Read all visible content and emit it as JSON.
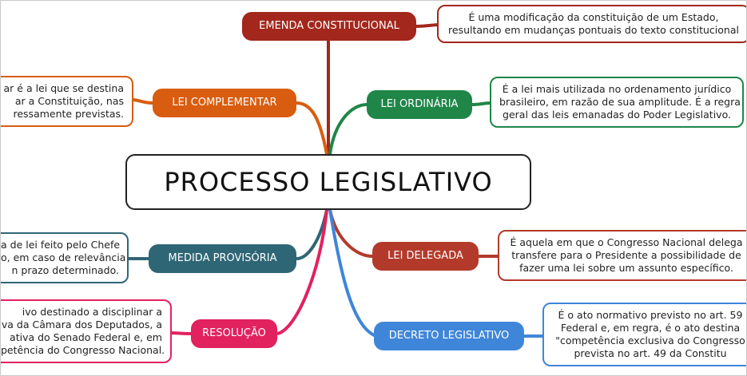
{
  "center": {
    "title": "PROCESSO LEGISLATIVO"
  },
  "branches": [
    {
      "label": "EMENDA CONSTITUCIONAL",
      "color": "#a3271c",
      "note": [
        "É uma modificação da constituição de um Estado,",
        "resultando em mudanças pontuais do texto constitucional"
      ]
    },
    {
      "label": "LEI COMPLEMENTAR",
      "color": "#d85d10",
      "note": [
        "ar é a lei que se destina",
        "ar a Constituição, nas",
        "ressamente previstas."
      ]
    },
    {
      "label": "LEI ORDINÁRIA",
      "color": "#1f8648",
      "note": [
        "É a lei mais utilizada no ordenamento jurídico",
        "brasileiro, em razão de sua amplitude. É a regra",
        "geral das leis emanadas do Poder Legislativo."
      ]
    },
    {
      "label": "MEDIDA PROVISÓRIA",
      "color": "#2f6676",
      "note": [
        "a de lei feito pelo Chefe",
        "o, em caso de relevância",
        "n prazo determinado."
      ]
    },
    {
      "label": "LEI DELEGADA",
      "color": "#b33a2b",
      "note": [
        "É aquela em que o Congresso Nacional delega",
        "transfere para o Presidente a possibilidade de",
        "fazer uma lei sobre um assunto específico."
      ]
    },
    {
      "label": "RESOLUÇÃO",
      "color": "#e2215f",
      "note": [
        "ivo destinado a disciplinar a",
        "va da Câmara dos Deputados, a",
        "ativa do Senado Federal e, em",
        "petência do Congresso Nacional."
      ]
    },
    {
      "label": "DECRETO LEGISLATIVO",
      "color": "#3f86d9",
      "note": [
        "É o ato normativo previsto no art. 59",
        "Federal e, em regra, é o ato destina",
        "\"competência exclusiva do Congresso",
        "prevista no art. 49 da Constitu"
      ]
    }
  ]
}
